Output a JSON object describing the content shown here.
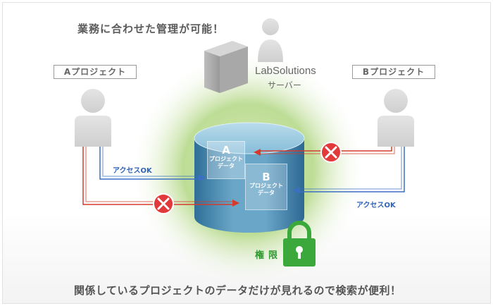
{
  "headline": "業務に合わせた管理が可能！",
  "bottom_caption": "関係しているプロジェクトのデータだけが見れるので検索が便利！",
  "project_a": {
    "label": "Aプロジェクト"
  },
  "project_b": {
    "label": "Bプロジェクト"
  },
  "server": {
    "name": "LabSolutions",
    "subtitle": "サーバー"
  },
  "database": {
    "box_a": {
      "letter": "A",
      "line1": "プロジェクト",
      "line2": "データ"
    },
    "box_b": {
      "letter": "B",
      "line1": "プロジェクト",
      "line2": "データ"
    }
  },
  "access_a": "アクセスOK",
  "access_b": "アクセスOK",
  "authority_label": "権限",
  "colors": {
    "allowed_arrow": "#3a6fc4",
    "denied_arrow": "#d63a2a",
    "glow": "#b6d98a",
    "deny_mark": "#e23a3a",
    "lock": "#3aa83a",
    "cylinder": "#4f8fb6"
  },
  "icons": [
    "person-icon",
    "server-icon",
    "database-icon",
    "deny-x-icon",
    "lock-icon"
  ]
}
